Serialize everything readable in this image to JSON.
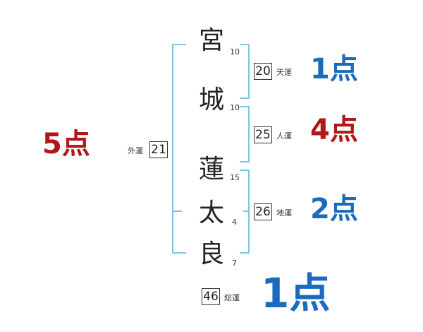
{
  "name": {
    "chars": [
      {
        "char": "宮",
        "strokes": "10"
      },
      {
        "char": "城",
        "strokes": "10"
      },
      {
        "char": "蓮",
        "strokes": "15"
      },
      {
        "char": "太",
        "strokes": "4"
      },
      {
        "char": "良",
        "strokes": "7"
      }
    ]
  },
  "fortunes": {
    "ten": {
      "value": "20",
      "label": "天運",
      "score": "1点"
    },
    "jin": {
      "value": "25",
      "label": "人運",
      "score": "4点"
    },
    "chi": {
      "value": "26",
      "label": "地運",
      "score": "2点"
    },
    "gai": {
      "value": "21",
      "label": "外運",
      "score": "5点"
    },
    "total": {
      "value": "46",
      "label": "総運",
      "score": "1点"
    }
  },
  "colors": {
    "blue": "#1a6bbf",
    "red": "#b01818",
    "bracket": "#7ec3e4"
  }
}
